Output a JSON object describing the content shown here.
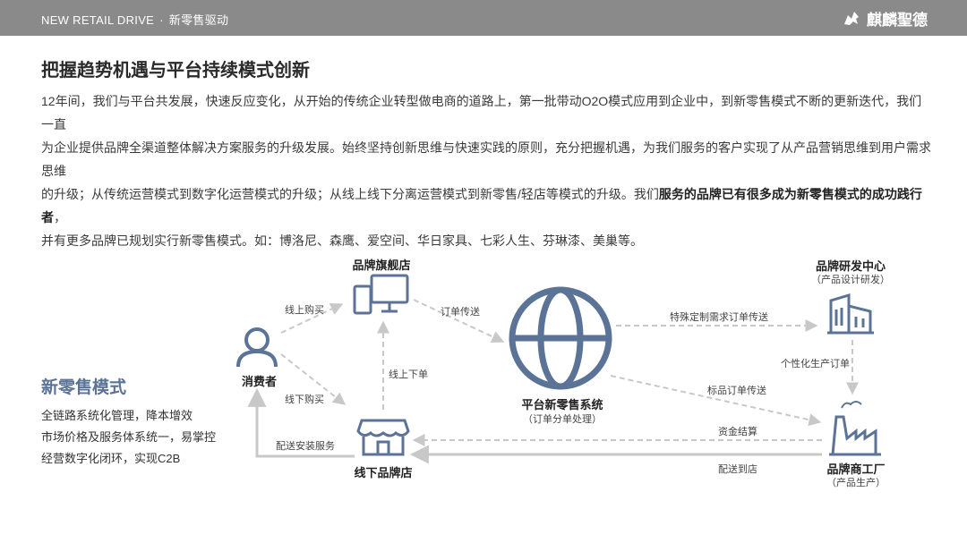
{
  "header": {
    "left_text": "NEW RETAIL DRIVE",
    "separator": "·",
    "left_sub": "新零售驱动",
    "brand": "麒麟聖德"
  },
  "title": "把握趋势机遇与平台持续模式创新",
  "paragraph": {
    "line1": "12年间，我们与平台共发展，快速反应变化，从开始的传统企业转型做电商的道路上，第一批带动O2O模式应用到企业中，到新零售模式不断的更新迭代，我们一直",
    "line2": "为企业提供品牌全渠道整体解决方案服务的升级发展。始终坚持创新思维与快速实践的原则，充分把握机遇，为我们服务的客户实现了从产品营销思维到用户需求思维",
    "line3_pre": "的升级；从传统运营模式到数字化运营模式的升级；从线上线下分离运营模式到新零售/轻店等模式的升级。我们",
    "line3_bold": "服务的品牌已有很多成为新零售模式的成功践行者",
    "line3_post": "，",
    "line4": "并有更多品牌已规划实行新零售模式。如：博洛尼、森鹰、爱空间、华日家具、七彩人生、芬琳漆、美巢等。"
  },
  "mode": {
    "title": "新零售模式",
    "items": [
      "全链路系统化管理，降本增效",
      "市场价格及服务体系统一，易掌控",
      "经营数字化闭环，实现C2B"
    ]
  },
  "diagram": {
    "consumer": "消费者",
    "flagship": "品牌旗舰店",
    "offline_store": "线下品牌店",
    "platform": "平台新零售系统",
    "platform_sub": "（订单分单处理）",
    "rnd": "品牌研发中心",
    "rnd_sub": "（产品设计研发）",
    "factory": "品牌商工厂",
    "factory_sub": "（产品生产）",
    "edges": {
      "online_buy": "线上购买",
      "offline_buy": "线下购买",
      "online_order": "线上下单",
      "order_transfer": "订单传送",
      "special_order": "特殊定制需求订单传送",
      "custom_production": "个性化生产订单",
      "standard_order": "标品订单传送",
      "settlement": "资金结算",
      "deliver_store": "配送到店",
      "deliver_install": "配送安装服务"
    }
  },
  "colors": {
    "icon": "#5b7396",
    "arrow": "#c8c8c8",
    "header_bg": "#8a8a8a",
    "mode_title": "#5b7396"
  }
}
